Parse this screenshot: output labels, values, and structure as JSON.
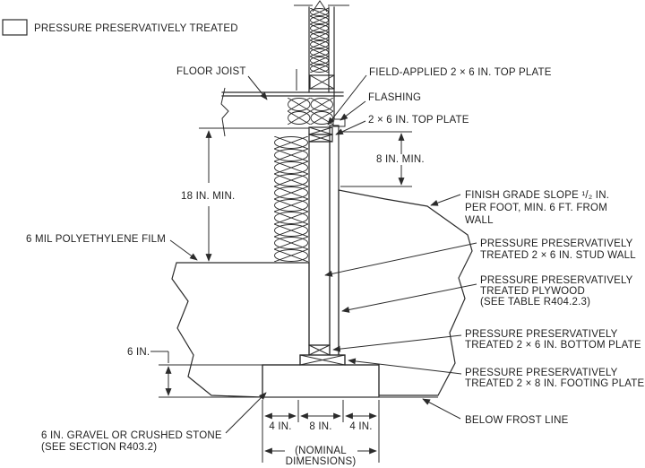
{
  "legend": {
    "label": "PRESSURE PRESERVATIVELY TREATED"
  },
  "callouts": {
    "floor_joist": "FLOOR JOIST",
    "field_applied_top_plate": "FIELD-APPLIED 2 × 6 IN. TOP PLATE",
    "flashing": "FLASHING",
    "top_plate": "2 × 6 IN. TOP PLATE",
    "polyethylene_film": "6 MIL POLYETHYLENE FILM",
    "finish_grade": {
      "l1": "FINISH GRADE SLOPE ¹/₂ IN.",
      "l2": "PER FOOT, MIN. 6 FT. FROM",
      "l3": "WALL"
    },
    "stud_wall": {
      "l1": "PRESSURE PRESERVATIVELY",
      "l2": "TREATED 2 × 6 IN. STUD WALL"
    },
    "plywood": {
      "l1": "PRESSURE PRESERVATIVELY",
      "l2": "TREATED PLYWOOD",
      "l3": "(SEE TABLE R404.2.3)"
    },
    "bottom_plate": {
      "l1": "PRESSURE PRESERVATIVELY",
      "l2": "TREATED 2 × 6 IN. BOTTOM PLATE"
    },
    "footing_plate": {
      "l1": "PRESSURE PRESERVATIVELY",
      "l2": "TREATED 2 × 8 IN. FOOTING PLATE"
    },
    "below_frost_line": "BELOW FROST LINE",
    "gravel": {
      "l1": "6 IN. GRAVEL OR CRUSHED STONE",
      "l2": "(SEE SECTION R403.2)"
    }
  },
  "dimensions": {
    "d18": "18 IN. MIN.",
    "d8": "8 IN. MIN.",
    "d6": "6 IN.",
    "w4l": "4 IN.",
    "w8": "8 IN.",
    "w4r": "4 IN.",
    "nominal_l1": "(NOMINAL",
    "nominal_l2": "DIMENSIONS)"
  },
  "colors": {
    "line": "#2b2b2b",
    "text": "#1f1f1f",
    "background": "#ffffff"
  }
}
